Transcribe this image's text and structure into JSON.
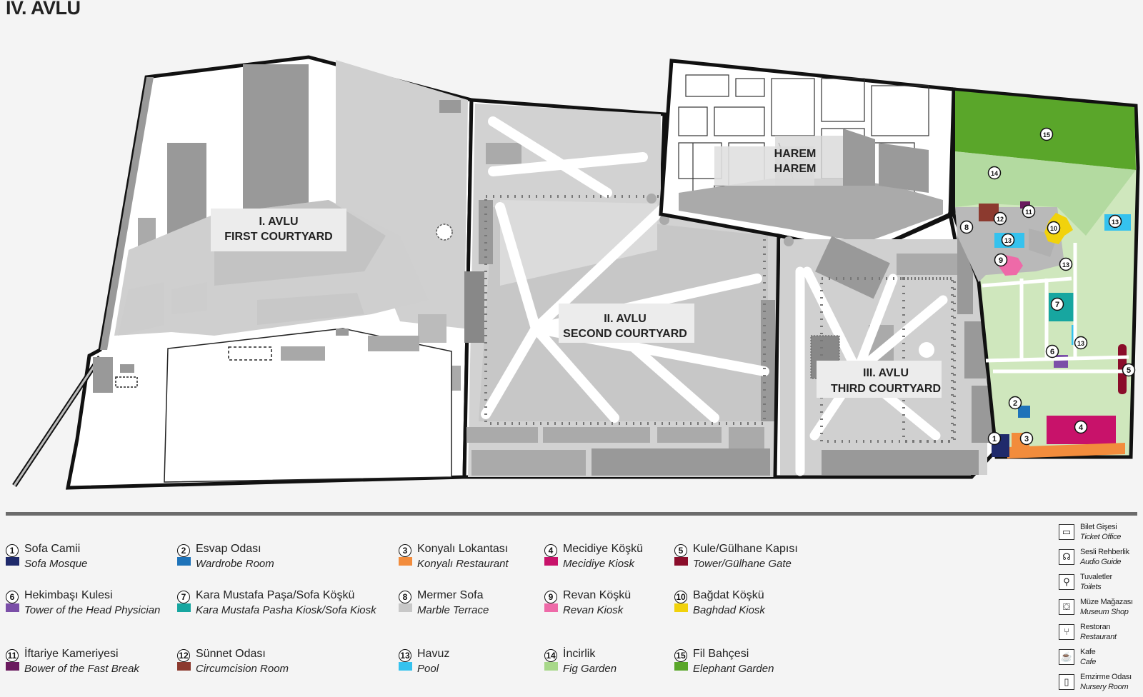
{
  "title": "IV. AVLU",
  "areas": {
    "first": [
      "I. AVLU",
      "FIRST COURTYARD"
    ],
    "second": [
      "II. AVLU",
      "SECOND COURTYARD"
    ],
    "third": [
      "III. AVLU",
      "THIRD COURTYARD"
    ],
    "harem": [
      "HAREM",
      "HAREM"
    ]
  },
  "legend": [
    {
      "num": "1",
      "tr": "Sofa Camii",
      "en": "Sofa Mosque",
      "color": "#1f2a6b"
    },
    {
      "num": "2",
      "tr": "Esvap Odası",
      "en": "Wardrobe Room",
      "color": "#1e73b9"
    },
    {
      "num": "3",
      "tr": "Konyalı Lokantası",
      "en": "Konyalı Restaurant",
      "color": "#f28c3c"
    },
    {
      "num": "4",
      "tr": "Mecidiye Köşkü",
      "en": "Mecidiye Kiosk",
      "color": "#c8126a"
    },
    {
      "num": "5",
      "tr": "Kule/Gülhane Kapısı",
      "en": "Tower/Gülhane Gate",
      "color": "#8a0d2a"
    },
    {
      "num": "6",
      "tr": "Hekimbaşı Kulesi",
      "en": "Tower of the Head Physician",
      "color": "#7b4fa8"
    },
    {
      "num": "7",
      "tr": "Kara Mustafa Paşa/Sofa Köşkü",
      "en": "Kara Mustafa Pasha Kiosk/Sofa Kiosk",
      "color": "#17a6a0"
    },
    {
      "num": "8",
      "tr": "Mermer Sofa",
      "en": "Marble Terrace",
      "color": "#c8c8c8"
    },
    {
      "num": "9",
      "tr": "Revan Köşkü",
      "en": "Revan Kiosk",
      "color": "#ee6aa8"
    },
    {
      "num": "10",
      "tr": "Bağdat Köşkü",
      "en": "Baghdad Kiosk",
      "color": "#f1d20c"
    },
    {
      "num": "11",
      "tr": "İftariye Kameriyesi",
      "en": "Bower of the Fast Break",
      "color": "#6a1a5e"
    },
    {
      "num": "12",
      "tr": "Sünnet Odası",
      "en": "Circumcision Room",
      "color": "#8c3a2f"
    },
    {
      "num": "13",
      "tr": "Havuz",
      "en": "Pool",
      "color": "#35c2ee"
    },
    {
      "num": "14",
      "tr": "İncirlik",
      "en": "Fig Garden",
      "color": "#a8d88a"
    },
    {
      "num": "15",
      "tr": "Fil Bahçesi",
      "en": "Elephant Garden",
      "color": "#5aa62a"
    }
  ],
  "services": [
    {
      "icon": "ticket-icon",
      "glyph": "▭",
      "tr": "Bilet Gişesi",
      "en": "Ticket Office"
    },
    {
      "icon": "audio-guide-icon",
      "glyph": "☊",
      "tr": "Sesli Rehberlik",
      "en": "Audio Guide"
    },
    {
      "icon": "toilets-icon",
      "glyph": "⚲",
      "tr": "Tuvaletler",
      "en": "Toilets"
    },
    {
      "icon": "museum-shop-icon",
      "glyph": "⛋",
      "tr": "Müze Mağazası",
      "en": "Museum Shop"
    },
    {
      "icon": "restaurant-icon",
      "glyph": "⑂",
      "tr": "Restoran",
      "en": "Restaurant"
    },
    {
      "icon": "cafe-icon",
      "glyph": "☕",
      "tr": "Kafe",
      "en": "Cafe"
    },
    {
      "icon": "nursery-icon",
      "glyph": "▯",
      "tr": "Emzirme Odası",
      "en": "Nursery Room"
    }
  ],
  "markers": [
    "1",
    "2",
    "3",
    "4",
    "5",
    "6",
    "7",
    "8",
    "9",
    "10",
    "11",
    "12",
    "13",
    "13",
    "13",
    "13",
    "14",
    "15"
  ]
}
